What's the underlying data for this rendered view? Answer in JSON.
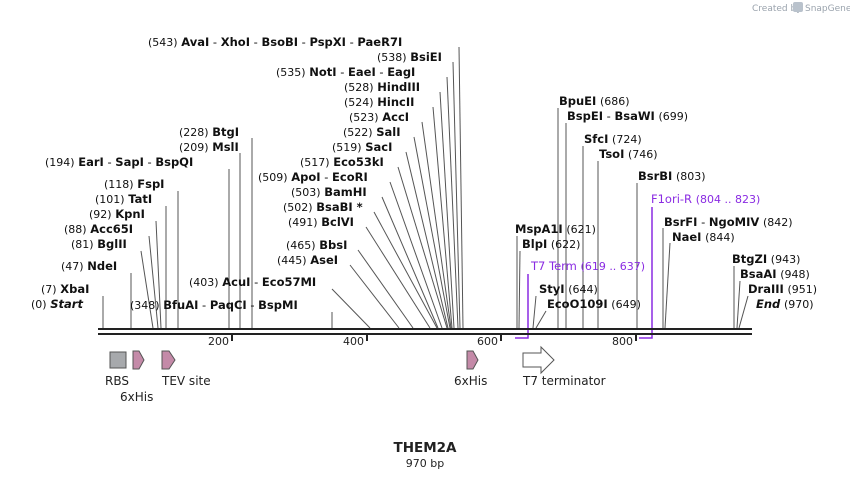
{
  "credit": {
    "created_by": "Created by",
    "brand": "SnapGene"
  },
  "map_title": "THEM2A",
  "map_length": "970 bp",
  "ruler_ticks": [
    "200",
    "400",
    "600",
    "800"
  ],
  "sites": [
    {
      "pos": "(543)",
      "names": [
        "AvaI",
        "XhoI",
        "BsoBI",
        "PspXI",
        "PaeR7I"
      ]
    },
    {
      "pos": "(538)",
      "names": [
        "BsiEI"
      ],
      "pos_first": true
    },
    {
      "pos": "(535)",
      "names": [
        "NotI",
        "EaeI",
        "EagI"
      ]
    },
    {
      "pos": "(528)",
      "names": [
        "HindIII"
      ]
    },
    {
      "pos": "(524)",
      "names": [
        "HincII"
      ]
    },
    {
      "pos": "(523)",
      "names": [
        "AccI"
      ]
    },
    {
      "pos": "(522)",
      "names": [
        "SalI"
      ]
    },
    {
      "pos": "(519)",
      "names": [
        "SacI"
      ]
    },
    {
      "pos": "(517)",
      "names": [
        "Eco53kI"
      ]
    },
    {
      "pos": "(509)",
      "names": [
        "ApoI",
        "EcoRI"
      ]
    },
    {
      "pos": "(503)",
      "names": [
        "BamHI"
      ]
    },
    {
      "pos": "(502)",
      "names": [
        "BsaBI *"
      ]
    },
    {
      "pos": "(491)",
      "names": [
        "BclVI"
      ]
    },
    {
      "pos": "(465)",
      "names": [
        "BbsI"
      ]
    },
    {
      "pos": "(445)",
      "names": [
        "AseI"
      ]
    },
    {
      "pos": "(403)",
      "names": [
        "AcuI",
        "Eco57MI"
      ]
    },
    {
      "pos": "(348)",
      "names": [
        "BfuAI",
        "PaqCI",
        "BspMI"
      ]
    },
    {
      "pos": "(228)",
      "names": [
        "BtgI"
      ]
    },
    {
      "pos": "(209)",
      "names": [
        "MslI"
      ]
    },
    {
      "pos": "(194)",
      "names": [
        "EarI",
        "SapI",
        "BspQI"
      ]
    },
    {
      "pos": "(118)",
      "names": [
        "FspI"
      ]
    },
    {
      "pos": "(101)",
      "names": [
        "TatI"
      ]
    },
    {
      "pos": "(92)",
      "names": [
        "KpnI"
      ]
    },
    {
      "pos": "(88)",
      "names": [
        "Acc65I"
      ]
    },
    {
      "pos": "(81)",
      "names": [
        "BglII"
      ]
    },
    {
      "pos": "(47)",
      "names": [
        "NdeI"
      ]
    },
    {
      "pos": "(7)",
      "names": [
        "XbaI"
      ]
    },
    {
      "pos": "(0)",
      "names": [
        "Start"
      ]
    },
    {
      "pos": "(686)",
      "names": [
        "BpuEI"
      ]
    },
    {
      "pos": "(699)",
      "names": [
        "BspEI",
        "BsaWI"
      ]
    },
    {
      "pos": "(724)",
      "names": [
        "SfcI"
      ]
    },
    {
      "pos": "(746)",
      "names": [
        "TsoI"
      ]
    },
    {
      "pos": "(803)",
      "names": [
        "BsrBI"
      ]
    },
    {
      "pos": "(621)",
      "names": [
        "MspA1I"
      ]
    },
    {
      "pos": "(622)",
      "names": [
        "BlpI"
      ]
    },
    {
      "pos": "(644)",
      "names": [
        "StyI"
      ]
    },
    {
      "pos": "(649)",
      "names": [
        "EcoO109I"
      ]
    },
    {
      "pos": "(842)",
      "names": [
        "BsrFI",
        "NgoMIV"
      ]
    },
    {
      "pos": "(844)",
      "names": [
        "NaeI"
      ]
    },
    {
      "pos": "(943)",
      "names": [
        "BtgZI"
      ]
    },
    {
      "pos": "(948)",
      "names": [
        "BsaAI"
      ]
    },
    {
      "pos": "(951)",
      "names": [
        "DraIII"
      ]
    },
    {
      "pos": "(970)",
      "names": [
        "End"
      ]
    }
  ],
  "primers": [
    {
      "name": "T7 Term",
      "range": "(619 .. 637)"
    },
    {
      "name": "F1ori-R",
      "range": "(804 .. 823)"
    }
  ],
  "features": [
    {
      "name": "RBS",
      "type": "box"
    },
    {
      "name": "6xHis",
      "type": "arrow"
    },
    {
      "name": "TEV site",
      "type": "arrow"
    },
    {
      "name": "6xHis",
      "type": "arrow"
    },
    {
      "name": "T7 terminator",
      "type": "arrow"
    }
  ],
  "colors": {
    "primer": "#8a2be2",
    "feature_arrow": "#c48aa8",
    "feature_box": "#a7a9ac",
    "backbone": "#222222"
  }
}
